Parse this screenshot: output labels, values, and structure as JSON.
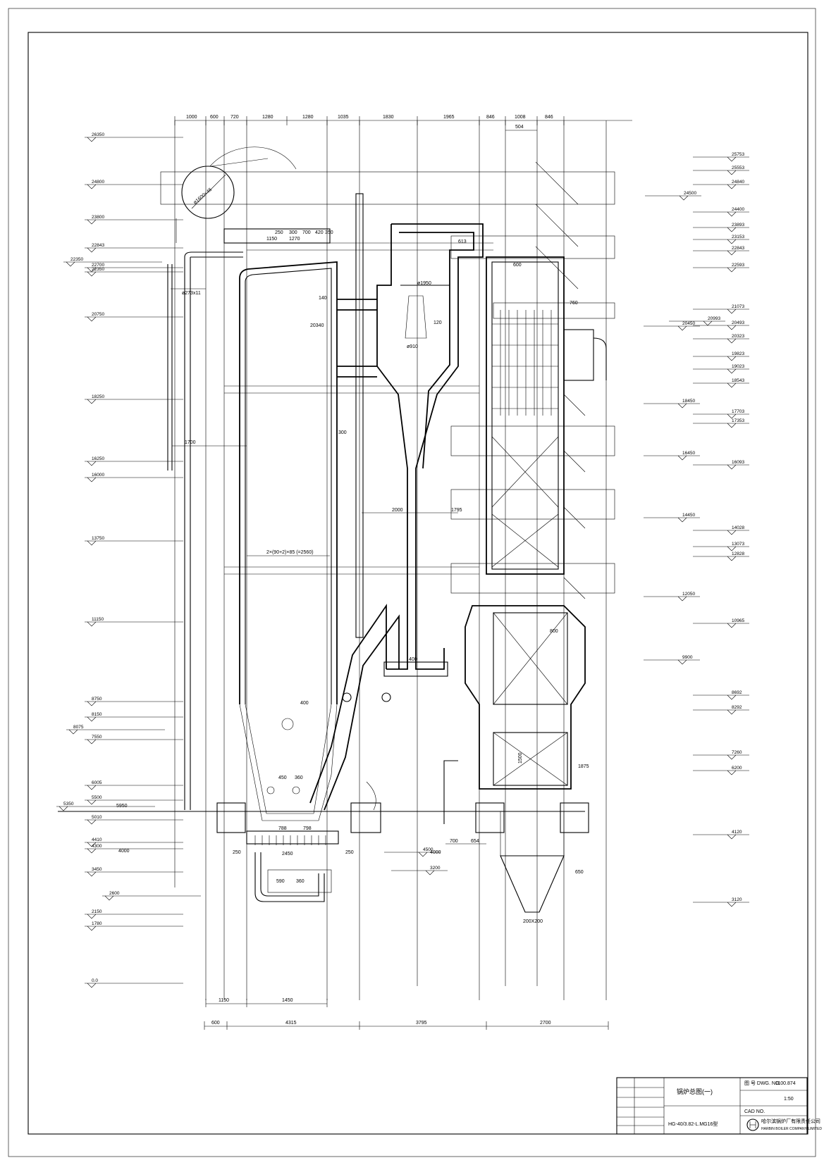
{
  "dimensions": {
    "top": [
      "1000",
      "600",
      "720",
      "1280",
      "1280",
      "1035",
      "1830",
      "1965",
      "846",
      "1008",
      "846"
    ],
    "top_sub": "504",
    "bottom_row1": [
      "1150",
      "1450"
    ],
    "bottom_row2": [
      "600",
      "4315",
      "3795",
      "2700"
    ]
  },
  "elevations_left": [
    "26350",
    "24800",
    "23800",
    "22843",
    "22350",
    "22700",
    "22350",
    "20750",
    "18250",
    "16250",
    "16000",
    "13750",
    "11150",
    "8750",
    "8150",
    "8075",
    "7550",
    "6005",
    "5500",
    "5350",
    "5010",
    "4410",
    "4300",
    "3450",
    "2600",
    "2150",
    "1780",
    "0.0"
  ],
  "elevations_right": [
    "25753",
    "25553",
    "24840",
    "24500",
    "24400",
    "23893",
    "23153",
    "22843",
    "22593",
    "21073",
    "20450",
    "20993",
    "20493",
    "20323",
    "19823",
    "19023",
    "18543",
    "18450",
    "17703",
    "17353",
    "16450",
    "16093",
    "14450",
    "14028",
    "13073",
    "12828",
    "12050",
    "10965",
    "9900",
    "8692",
    "8292",
    "7260",
    "6200",
    "4120",
    "3120",
    "3200",
    "4500"
  ],
  "inner_labels": {
    "drum_dia": "ø1600×46",
    "top_row": [
      "250",
      "1150",
      "300",
      "700",
      "1270",
      "420",
      "350"
    ],
    "pipe": "ø273x11",
    "furnace_width": "2×(90+2)×85 (=2560)",
    "width_1700": "1700",
    "width_300": "300",
    "width_2000": "2000",
    "width_1795": "1795",
    "cyclone_dia": "ø1950",
    "cyclone_outlet": "ø910",
    "cyclone_120": "120",
    "cyclone_140": "140",
    "seal_400": "400",
    "seal_4000": "4000",
    "grate_a": "788",
    "grate_b": "798",
    "nozzle_a": "450",
    "nozzle_b": "360",
    "wind_a": "590",
    "wind_b": "360",
    "w250_l": "250",
    "w250_r": "250",
    "w2450": "2450",
    "w700": "700",
    "w654": "654",
    "w1875": "1875",
    "w650": "650",
    "hopper": "200X200",
    "tubes": "1500",
    "h5950": "5950",
    "h4000": "4000",
    "w20340": "20340",
    "w613": "613",
    "w600": "600",
    "w760": "760",
    "w400": "400",
    "w800": "800"
  },
  "title_block": {
    "title": "锅炉总图(一)",
    "drawing_no_label": "图 号 DWG. NO.",
    "drawing_no": "1100.874",
    "model": "HG-40/3.82-L.MG16型",
    "company_cn": "哈尔滨锅炉厂有限责任公司",
    "company_en": "HARBIN BOILER COMPANY LIMITED",
    "scale": "1:50",
    "cad_no_label": "CAD NO."
  }
}
